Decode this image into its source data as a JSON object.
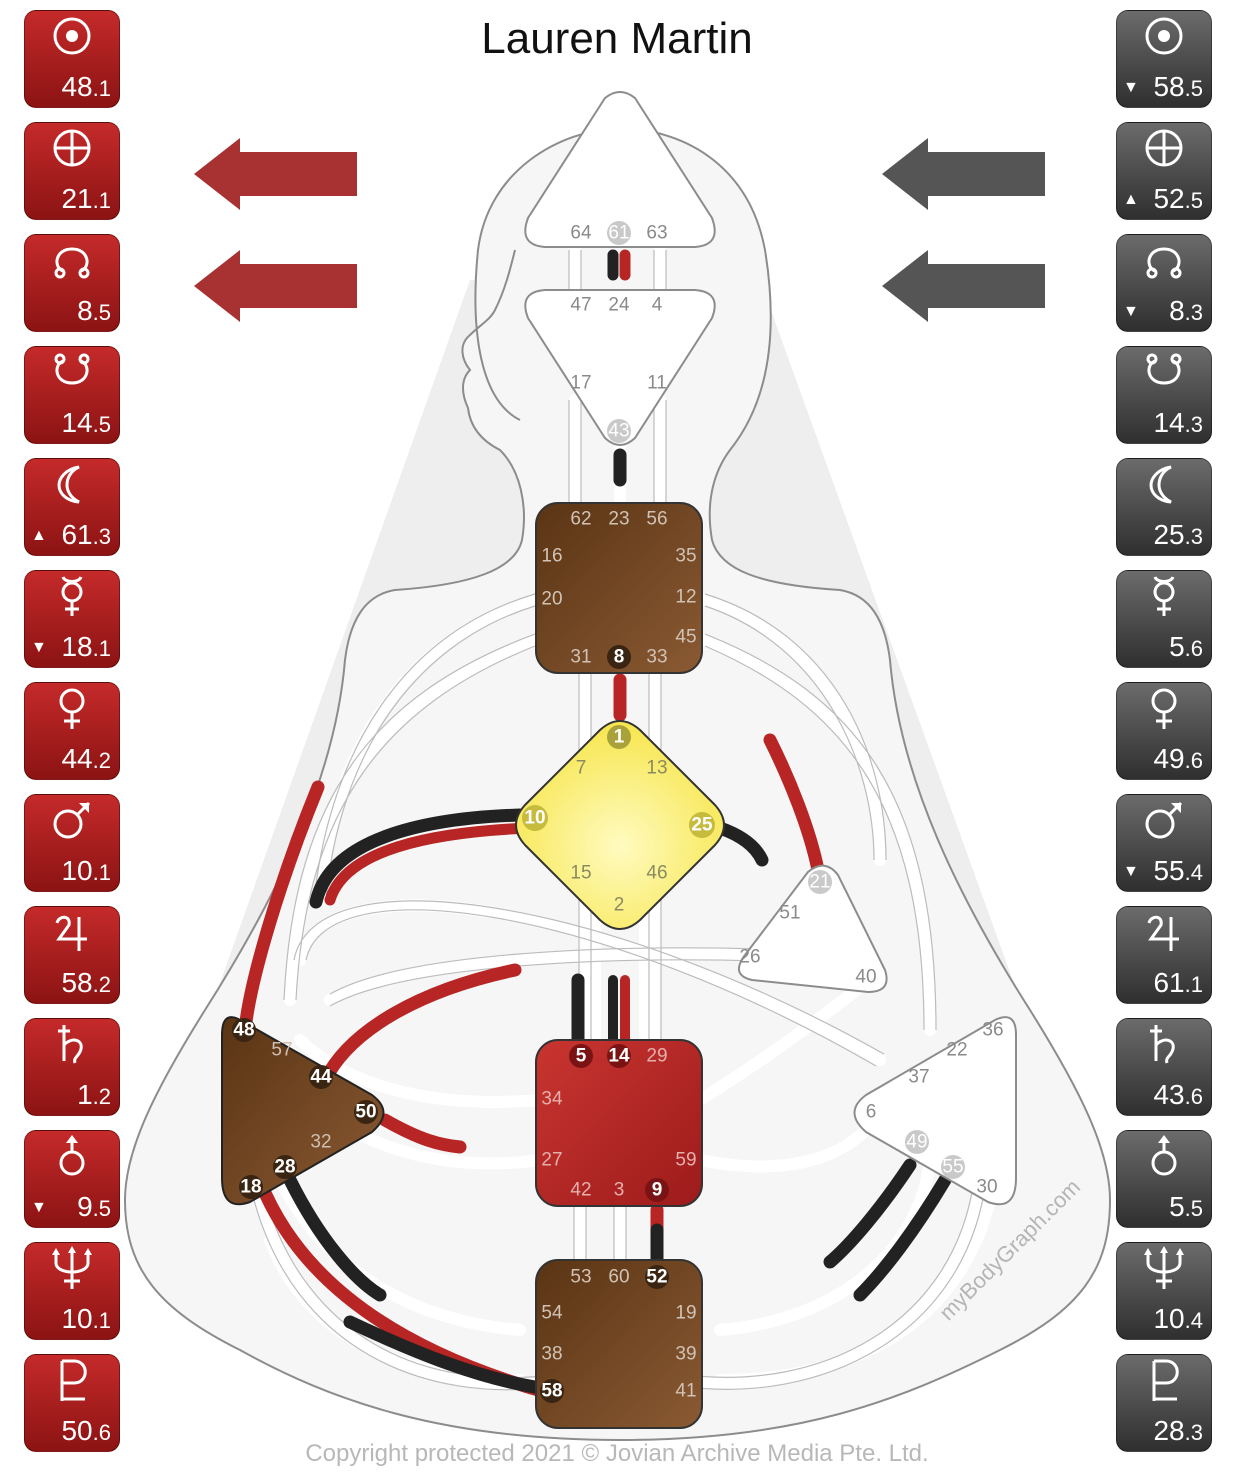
{
  "title": "Lauren Martin",
  "copyright": "Copyright protected 2021 © Jovian Archive Media Pte. Ltd.",
  "watermark": "myBodyGraph.com",
  "colors": {
    "design_red": "#b82525",
    "personality_black": "#222222",
    "defined_brown": "#6e4522",
    "g_center_yellow": "#fff480",
    "sacral_red": "#c0302c"
  },
  "design_column": [
    {
      "icon": "sun-icon",
      "value": "48",
      "line": ".1",
      "arrow": ""
    },
    {
      "icon": "earth-icon",
      "value": "21",
      "line": ".1",
      "arrow": ""
    },
    {
      "icon": "north-node-icon",
      "value": "8",
      "line": ".5",
      "arrow": ""
    },
    {
      "icon": "south-node-icon",
      "value": "14",
      "line": ".5",
      "arrow": ""
    },
    {
      "icon": "moon-icon",
      "value": "61",
      "line": ".3",
      "arrow": "▲"
    },
    {
      "icon": "mercury-icon",
      "value": "18",
      "line": ".1",
      "arrow": "▼"
    },
    {
      "icon": "venus-icon",
      "value": "44",
      "line": ".2",
      "arrow": ""
    },
    {
      "icon": "mars-icon",
      "value": "10",
      "line": ".1",
      "arrow": ""
    },
    {
      "icon": "jupiter-icon",
      "value": "58",
      "line": ".2",
      "arrow": ""
    },
    {
      "icon": "saturn-icon",
      "value": "1",
      "line": ".2",
      "arrow": ""
    },
    {
      "icon": "uranus-icon",
      "value": "9",
      "line": ".5",
      "arrow": "▼"
    },
    {
      "icon": "neptune-icon",
      "value": "10",
      "line": ".1",
      "arrow": ""
    },
    {
      "icon": "pluto-icon",
      "value": "50",
      "line": ".6",
      "arrow": ""
    }
  ],
  "personality_column": [
    {
      "icon": "sun-icon",
      "value": "58",
      "line": ".5",
      "arrow": "▼"
    },
    {
      "icon": "earth-icon",
      "value": "52",
      "line": ".5",
      "arrow": "▲"
    },
    {
      "icon": "north-node-icon",
      "value": "8",
      "line": ".3",
      "arrow": "▼"
    },
    {
      "icon": "south-node-icon",
      "value": "14",
      "line": ".3",
      "arrow": ""
    },
    {
      "icon": "moon-icon",
      "value": "25",
      "line": ".3",
      "arrow": ""
    },
    {
      "icon": "mercury-icon",
      "value": "5",
      "line": ".6",
      "arrow": ""
    },
    {
      "icon": "venus-icon",
      "value": "49",
      "line": ".6",
      "arrow": ""
    },
    {
      "icon": "mars-icon",
      "value": "55",
      "line": ".4",
      "arrow": "▼"
    },
    {
      "icon": "jupiter-icon",
      "value": "61",
      "line": ".1",
      "arrow": ""
    },
    {
      "icon": "saturn-icon",
      "value": "43",
      "line": ".6",
      "arrow": ""
    },
    {
      "icon": "uranus-icon",
      "value": "5",
      "line": ".5",
      "arrow": ""
    },
    {
      "icon": "neptune-icon",
      "value": "10",
      "line": ".4",
      "arrow": ""
    },
    {
      "icon": "pluto-icon",
      "value": "28",
      "line": ".3",
      "arrow": ""
    }
  ],
  "centers": {
    "head": {
      "gates": [
        "64",
        "61",
        "63"
      ],
      "defined": false
    },
    "ajna": {
      "gates": [
        "47",
        "24",
        "4",
        "17",
        "11",
        "43"
      ],
      "defined": false
    },
    "throat": {
      "gates": [
        "62",
        "23",
        "56",
        "16",
        "35",
        "20",
        "12",
        "45",
        "31",
        "8",
        "33"
      ],
      "defined": true
    },
    "g": {
      "gates": [
        "1",
        "7",
        "13",
        "10",
        "25",
        "15",
        "46",
        "2"
      ],
      "defined": true
    },
    "heart": {
      "gates": [
        "21",
        "51",
        "26",
        "40"
      ],
      "defined": false
    },
    "spleen": {
      "gates": [
        "48",
        "57",
        "44",
        "50",
        "32",
        "28",
        "18"
      ],
      "defined": true
    },
    "solar_plexus": {
      "gates": [
        "36",
        "22",
        "37",
        "6",
        "49",
        "55",
        "30"
      ],
      "defined": false
    },
    "sacral": {
      "gates": [
        "5",
        "14",
        "29",
        "34",
        "27",
        "59",
        "42",
        "3",
        "9"
      ],
      "defined": true
    },
    "root": {
      "gates": [
        "53",
        "60",
        "52",
        "54",
        "19",
        "38",
        "39",
        "58",
        "41"
      ],
      "defined": true
    }
  }
}
